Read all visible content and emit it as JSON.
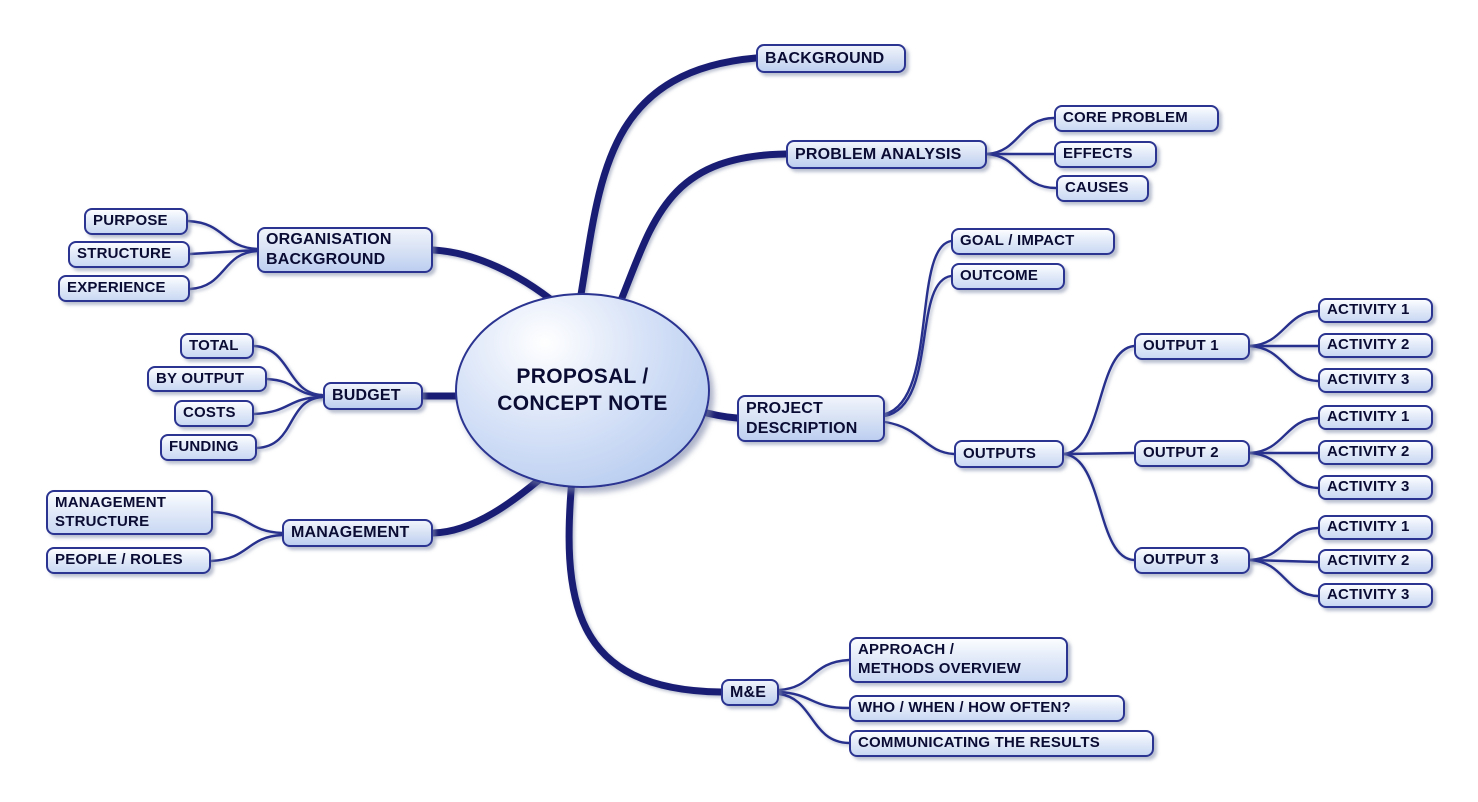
{
  "mindmap": {
    "center": "PROPOSAL /\nCONCEPT NOTE",
    "background": "BACKGROUND",
    "problem_analysis": "PROBLEM ANALYSIS",
    "problem_children": [
      "CORE PROBLEM",
      "EFFECTS",
      "CAUSES"
    ],
    "goal_impact": "GOAL / IMPACT",
    "outcome": "OUTCOME",
    "project_description": "PROJECT\nDESCRIPTION",
    "outputs": "OUTPUTS",
    "output_groups": [
      {
        "label": "OUTPUT 1",
        "activities": [
          "ACTIVITY 1",
          "ACTIVITY 2",
          "ACTIVITY 3"
        ]
      },
      {
        "label": "OUTPUT 2",
        "activities": [
          "ACTIVITY 1",
          "ACTIVITY 2",
          "ACTIVITY 3"
        ]
      },
      {
        "label": "OUTPUT 3",
        "activities": [
          "ACTIVITY 1",
          "ACTIVITY 2",
          "ACTIVITY 3"
        ]
      }
    ],
    "me": "M&E",
    "me_children": [
      "APPROACH /\nMETHODS OVERVIEW",
      "WHO / WHEN / HOW OFTEN?",
      "COMMUNICATING THE RESULTS"
    ],
    "organisation_background": "ORGANISATION\nBACKGROUND",
    "organisation_children": [
      "PURPOSE",
      "STRUCTURE",
      "EXPERIENCE"
    ],
    "budget": "BUDGET",
    "budget_children": [
      "TOTAL",
      "BY OUTPUT",
      "COSTS",
      "FUNDING"
    ],
    "management": "MANAGEMENT",
    "management_children": [
      "MANAGEMENT\nSTRUCTURE",
      "PEOPLE / ROLES"
    ],
    "colors": {
      "line": "#1a1d74",
      "border": "#2b3490",
      "text": "#0b0c34",
      "fill": "#c9d8f3"
    }
  }
}
